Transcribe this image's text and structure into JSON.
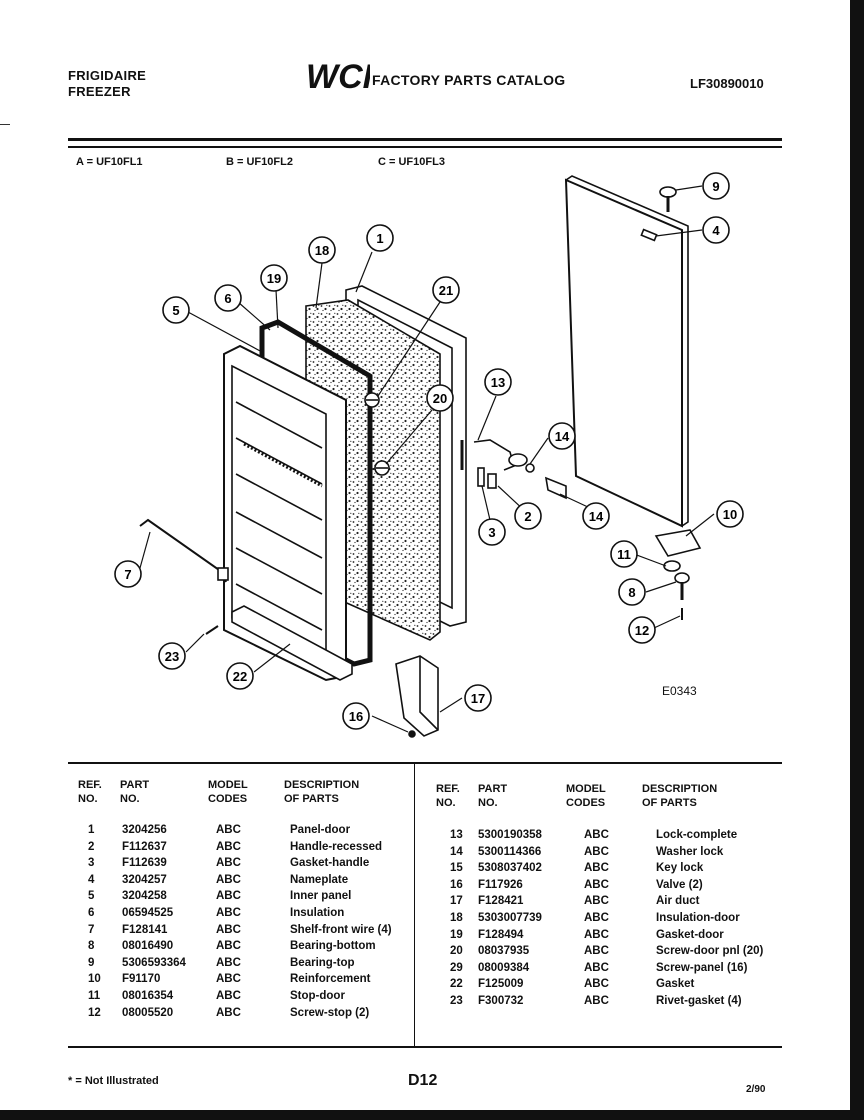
{
  "header": {
    "brand_line1": "FRIGIDAIRE",
    "brand_line2": "FREEZER",
    "logo_text": "WCI",
    "catalog_title": "FACTORY PARTS CATALOG",
    "catalog_code": "LF30890010"
  },
  "models": [
    {
      "label": "A = UF10FL1"
    },
    {
      "label": "B = UF10FL2"
    },
    {
      "label": "C = UF10FL3"
    }
  ],
  "diagram": {
    "callouts": [
      "1",
      "2",
      "3",
      "4",
      "5",
      "6",
      "7",
      "8",
      "9",
      "10",
      "11",
      "12",
      "13",
      "14",
      "14",
      "16",
      "17",
      "18",
      "19",
      "20",
      "21",
      "22",
      "23"
    ],
    "code": "E0343"
  },
  "table": {
    "headers": {
      "ref": [
        "REF.",
        "NO."
      ],
      "part": [
        "PART",
        "NO."
      ],
      "model": [
        "MODEL",
        "CODES"
      ],
      "desc": [
        "DESCRIPTION",
        "OF PARTS"
      ]
    },
    "left_rows": [
      {
        "ref": "1",
        "part": "3204256",
        "codes": "ABC",
        "desc": "Panel-door"
      },
      {
        "ref": "2",
        "part": "F112637",
        "codes": "ABC",
        "desc": "Handle-recessed"
      },
      {
        "ref": "3",
        "part": "F112639",
        "codes": "ABC",
        "desc": "Gasket-handle"
      },
      {
        "ref": "4",
        "part": "3204257",
        "codes": "ABC",
        "desc": "Nameplate"
      },
      {
        "ref": "5",
        "part": "3204258",
        "codes": "ABC",
        "desc": "Inner panel"
      },
      {
        "ref": "6",
        "part": "06594525",
        "codes": "ABC",
        "desc": "Insulation"
      },
      {
        "ref": "7",
        "part": "F128141",
        "codes": "ABC",
        "desc": "Shelf-front wire (4)"
      },
      {
        "ref": "8",
        "part": "08016490",
        "codes": "ABC",
        "desc": "Bearing-bottom"
      },
      {
        "ref": "9",
        "part": "5306593364",
        "codes": "ABC",
        "desc": "Bearing-top"
      },
      {
        "ref": "10",
        "part": "F91170",
        "codes": "ABC",
        "desc": "Reinforcement"
      },
      {
        "ref": "11",
        "part": "08016354",
        "codes": "ABC",
        "desc": "Stop-door"
      },
      {
        "ref": "12",
        "part": "08005520",
        "codes": "ABC",
        "desc": "Screw-stop (2)"
      }
    ],
    "right_rows": [
      {
        "ref": "13",
        "part": "5300190358",
        "codes": "ABC",
        "desc": "Lock-complete"
      },
      {
        "ref": "14",
        "part": "5300114366",
        "codes": "ABC",
        "desc": "Washer lock"
      },
      {
        "ref": "15",
        "part": "5308037402",
        "codes": "ABC",
        "desc": "Key lock"
      },
      {
        "ref": "16",
        "part": "F117926",
        "codes": "ABC",
        "desc": "Valve (2)"
      },
      {
        "ref": "17",
        "part": "F128421",
        "codes": "ABC",
        "desc": "Air duct"
      },
      {
        "ref": "18",
        "part": "5303007739",
        "codes": "ABC",
        "desc": "Insulation-door"
      },
      {
        "ref": "19",
        "part": "F128494",
        "codes": "ABC",
        "desc": "Gasket-door"
      },
      {
        "ref": "20",
        "part": "08037935",
        "codes": "ABC",
        "desc": "Screw-door pnl (20)"
      },
      {
        "ref": "29",
        "part": "08009384",
        "codes": "ABC",
        "desc": "Screw-panel (16)"
      },
      {
        "ref": "22",
        "part": "F125009",
        "codes": "ABC",
        "desc": "Gasket"
      },
      {
        "ref": "23",
        "part": "F300732",
        "codes": "ABC",
        "desc": "Rivet-gasket (4)"
      }
    ]
  },
  "footer": {
    "note": "* = Not Illustrated",
    "page_code": "D12",
    "date": "2/90"
  }
}
